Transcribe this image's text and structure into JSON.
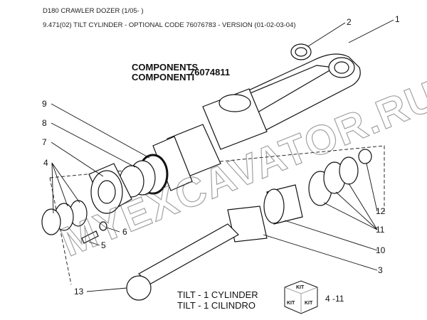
{
  "header": {
    "title": "D180 CRAWLER DOZER (1/05- )",
    "subtitle": "9.471(02) TILT CYLINDER - OPTIONAL CODE 76076783 - VERSION (01-02-03-04)"
  },
  "components": {
    "label_en": "COMPONENTS",
    "label_it": "COMPONENTI",
    "code": "76074811"
  },
  "callouts": [
    "1",
    "2",
    "3",
    "4",
    "5",
    "6",
    "7",
    "8",
    "9",
    "10",
    "11",
    "12",
    "13"
  ],
  "footer": {
    "line1": "TILT - 1 CYLINDER",
    "line2": "TILT - 1 CILINDRO",
    "kit_label": "KIT",
    "page_ref": "4 -11"
  },
  "watermark": "MYEXCAVATOR.RU"
}
